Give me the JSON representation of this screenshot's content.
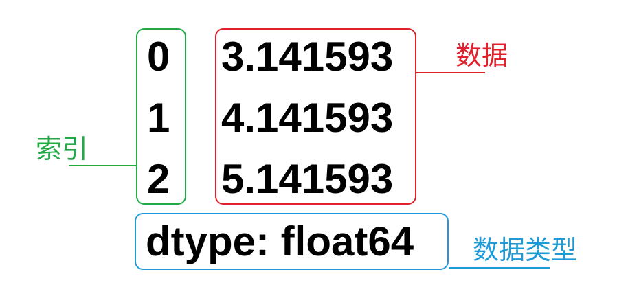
{
  "series": {
    "index": [
      "0",
      "1",
      "2"
    ],
    "values": [
      "3.141593",
      "4.141593",
      "5.141593"
    ],
    "dtype": "dtype: float64"
  },
  "annotations": {
    "index_label": "索引",
    "data_label": "数据",
    "dtype_label": "数据类型"
  },
  "colors": {
    "index": "#22a845",
    "data": "#e0202a",
    "dtype": "#1f9ad6",
    "text": "#000000"
  }
}
